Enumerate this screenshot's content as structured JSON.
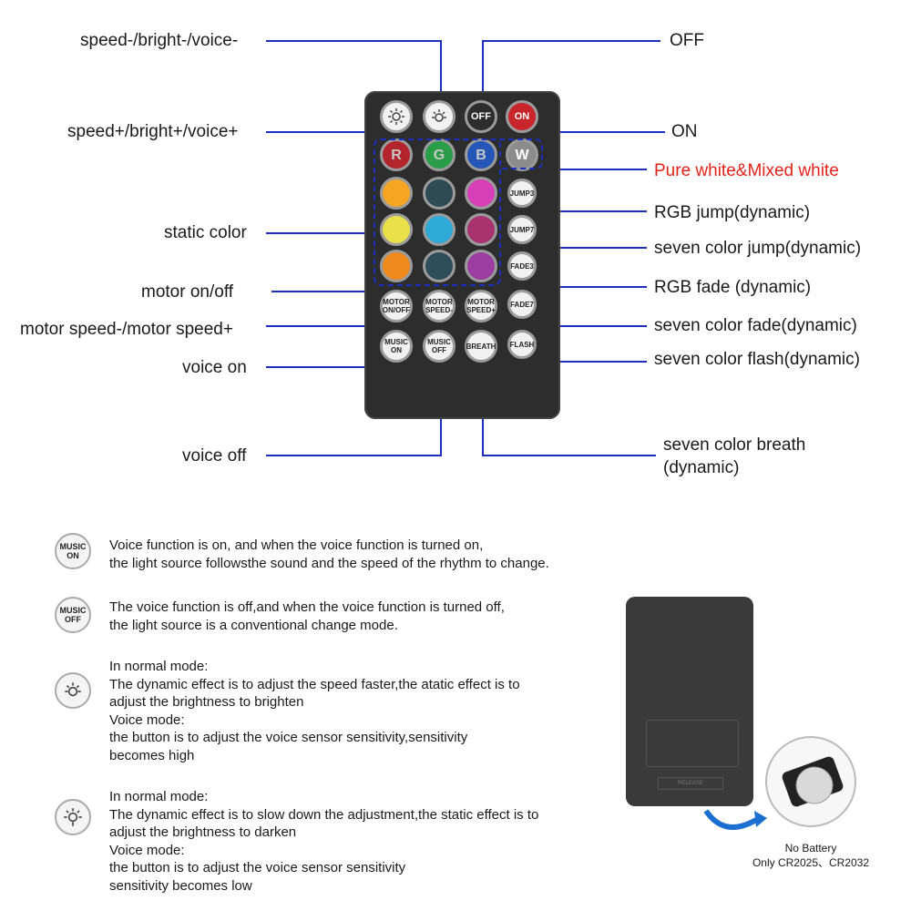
{
  "labels": {
    "speed_minus": "speed-/bright-/voice-",
    "speed_plus": "speed+/bright+/voice+",
    "static_color": "static color",
    "motor_on_off": "motor on/off",
    "motor_speed": "motor speed-/motor speed+",
    "voice_on": "voice on",
    "voice_off": "voice off",
    "off": "OFF",
    "on": "ON",
    "pure_white": "Pure white&Mixed white",
    "rgb_jump": "RGB jump(dynamic)",
    "seven_jump": "seven color jump(dynamic)",
    "rgb_fade": "RGB fade (dynamic)",
    "seven_fade": "seven color fade(dynamic)",
    "seven_flash": "seven color flash(dynamic)",
    "seven_breath_1": "seven color breath",
    "seven_breath_2": "(dynamic)"
  },
  "buttons": {
    "off": "OFF",
    "on": "ON",
    "r": "R",
    "g": "G",
    "b": "B",
    "w": "W",
    "jump3": "JUMP3",
    "jump7": "JUMP7",
    "fade3": "FADE3",
    "fade7": "FADE7",
    "flash": "FLASH",
    "motor_onoff": "MOTOR ON/OFF",
    "motor_speed_minus": "MOTOR SPEED-",
    "motor_speed_plus": "MOTOR SPEED+",
    "music_on": "MUSIC ON",
    "music_off": "MUSIC OFF",
    "breath": "BREATH"
  },
  "colors": {
    "line": "#1c2fbf",
    "red_label": "#e2231a",
    "remote_body": "#2d2d2d",
    "swatches": [
      "#f5a623",
      "#2e4a55",
      "#d63fb6",
      "#e9e04a",
      "#2fa9d8",
      "#a8336f",
      "#f08a1c",
      "#2f4d5a",
      "#9b3ea0"
    ]
  },
  "legend": [
    {
      "icon": "MUSIC ON",
      "lines": [
        "Voice function is on, and when the voice function is turned on,",
        "the light source followsthe sound and the speed of the rhythm to change."
      ]
    },
    {
      "icon": "MUSIC OFF",
      "lines": [
        "The voice function is off,and when the voice function is turned off,",
        "the light source is a conventional change mode."
      ]
    },
    {
      "icon": "",
      "lines": [
        "In normal mode:",
        "The dynamic effect is to adjust the speed faster,the atatic effect is to",
        "adjust the brightness to brighten",
        "Voice mode:",
        "the button is to adjust the voice sensor sensitivity,sensitivity",
        "becomes high"
      ]
    },
    {
      "icon": "",
      "lines": [
        "In normal mode:",
        "The dynamic effect is to slow down the adjustment,the static effect is to",
        "adjust the brightness to darken",
        "Voice mode:",
        "the button is to adjust the voice sensor sensitivity",
        "sensitivity becomes low"
      ]
    }
  ],
  "battery": {
    "note_1": "No Battery",
    "note_2": "Only CR2025、CR2032",
    "release": "RELEASE"
  }
}
